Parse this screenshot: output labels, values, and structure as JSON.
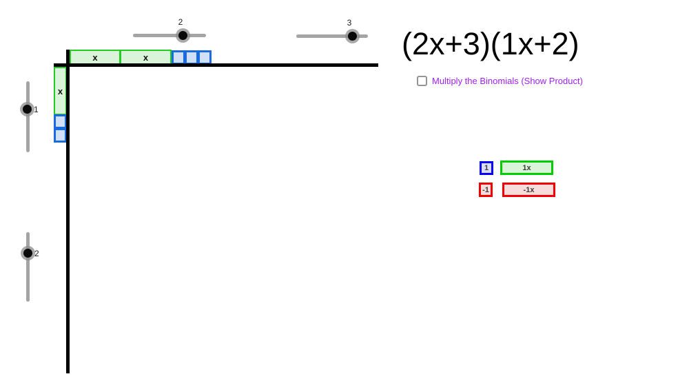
{
  "title": {
    "expression": "(2x+3)(1x+2)"
  },
  "controls": {
    "checkbox": {
      "label": "Multiply the Binomials (Show Product)",
      "checked": false
    },
    "sliders": {
      "horizontal_x_tiles": {
        "label": "2"
      },
      "horizontal_unit_tiles": {
        "label": "3"
      },
      "vertical_x_tiles": {
        "label": "1"
      },
      "vertical_unit_tiles": {
        "label": "2"
      }
    }
  },
  "board": {
    "top_row": {
      "x_tile_labels": [
        "x",
        "x"
      ],
      "unit_tile_count": 3
    },
    "left_column": {
      "x_tile_labels": [
        "x"
      ],
      "unit_tile_count": 2
    }
  },
  "legend": {
    "items": [
      {
        "name": "positive-unit",
        "label": "1",
        "border": "#0000ee",
        "fill": "#dcdcf8"
      },
      {
        "name": "positive-x",
        "label": "1x",
        "border": "#00cc00",
        "fill": "#d9f4d9"
      },
      {
        "name": "negative-unit",
        "label": "-1",
        "border": "#ee0000",
        "fill": "#f8dcdc"
      },
      {
        "name": "negative-x",
        "label": "-1x",
        "border": "#ee0000",
        "fill": "#f8dcdc"
      }
    ]
  },
  "colors": {
    "x_tile_border": "#24cb24",
    "x_tile_fill": "#d9f4d9",
    "unit_tile_border": "#1a6be0",
    "unit_tile_fill": "#cfe0f8",
    "checkbox_label": "#a020f0",
    "axis": "#000000",
    "slider_track": "#a4a4a4"
  }
}
